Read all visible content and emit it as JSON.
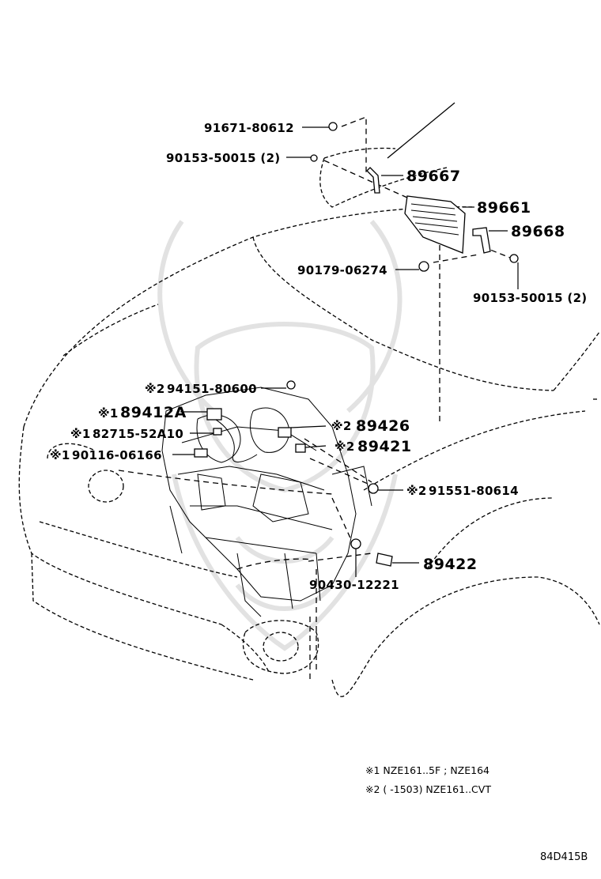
{
  "parts": {
    "p91671": "91671-80612",
    "p90153a": "90153-50015 (2)",
    "p89667": "89667",
    "p89661": "89661",
    "p89668": "89668",
    "p90179": "90179-06274",
    "p90153b": "90153-50015 (2)",
    "p94151": "94151-80600",
    "p89412": "89412A",
    "p82715": "82715-52A10",
    "p90116": "90116-06166",
    "p89426": "89426",
    "p89421": "89421",
    "p91551": "91551-80614",
    "p89422": "89422",
    "p90430": "90430-12221"
  },
  "marks": {
    "m1": "※1",
    "m2": "※2"
  },
  "legend": {
    "note1": "※1 NZE161..5F ; NZE164",
    "note2": "※2 (       -1503) NZE161..CVT"
  },
  "diagram_code": "84D415B"
}
